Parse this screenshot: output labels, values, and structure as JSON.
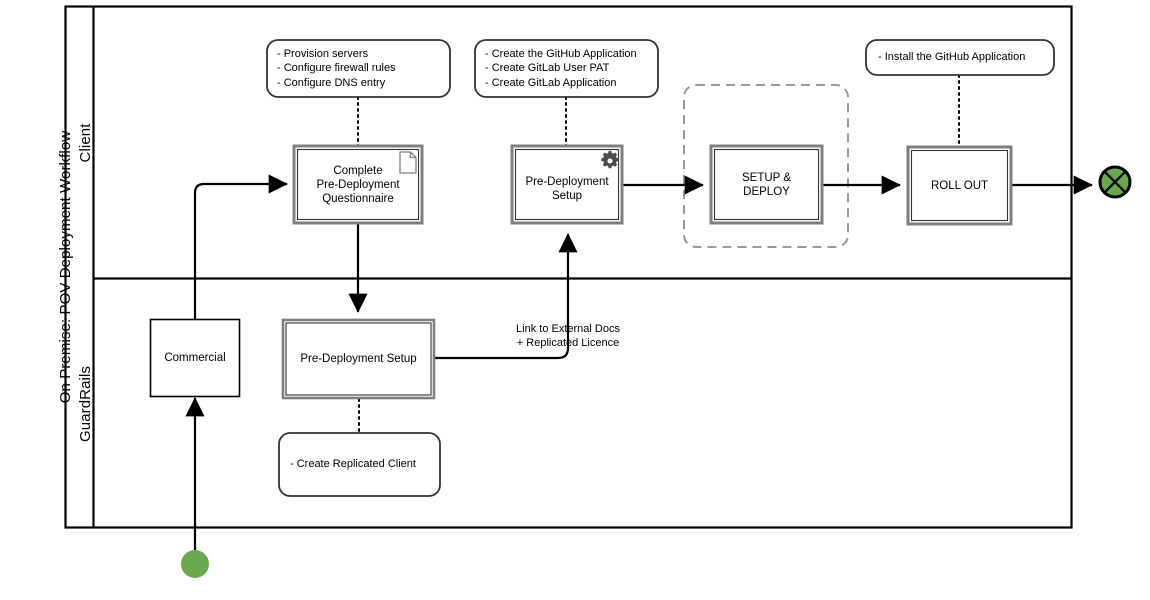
{
  "diagram": {
    "type": "bpmn-swimlane-flowchart",
    "pool": {
      "title": "On Premise: POV Deployment Workflow"
    },
    "lanes": [
      {
        "id": "client",
        "title": "Client"
      },
      {
        "id": "guardrails",
        "title": "GuardRails"
      }
    ],
    "colors": {
      "stroke": "#000000",
      "task_border": "#7f7f7f",
      "start_event_fill": "#6aa84f",
      "end_event_fill": "#6aa84f",
      "end_event_stroke": "#000000",
      "group_border": "#999999",
      "icon": "#555555",
      "background": "#ffffff"
    },
    "tasks": [
      {
        "id": "complete-questionnaire",
        "lane": "client",
        "label": "Complete\nPre-Deployment\nQuestionnaire",
        "line1": "Complete",
        "line2": "Pre-Deployment",
        "line3": "Questionnaire",
        "icon": "document-icon"
      },
      {
        "id": "client-pre-deployment-setup",
        "lane": "client",
        "label": "Pre-Deployment\nSetup",
        "line1": "Pre-Deployment",
        "line2": "Setup",
        "icon": "gear-icon"
      },
      {
        "id": "setup-and-deploy",
        "lane": "client",
        "label": "SETUP &\nDEPLOY",
        "line1": "SETUP &",
        "line2": "DEPLOY",
        "icon": null
      },
      {
        "id": "roll-out",
        "lane": "client",
        "label": "ROLL OUT",
        "line1": "ROLL OUT",
        "icon": null
      },
      {
        "id": "commercial",
        "lane": "guardrails",
        "label": "Commercial",
        "line1": "Commercial",
        "icon": null
      },
      {
        "id": "guardrails-pre-deployment-setup",
        "lane": "guardrails",
        "label": "Pre-Deployment Setup",
        "line1": "Pre-Deployment Setup",
        "icon": null
      }
    ],
    "annotations": [
      {
        "id": "provision-annotation",
        "attached_to": "complete-questionnaire",
        "lines": [
          "- Provision servers",
          "- Configure firewall rules",
          "- Configure DNS entry"
        ],
        "text": "- Provision servers\n- Configure firewall rules\n- Configure DNS entry"
      },
      {
        "id": "create-apps-annotation",
        "attached_to": "client-pre-deployment-setup",
        "lines": [
          "- Create the GitHub Application",
          "- Create GitLab User PAT",
          "- Create GitLab Application"
        ],
        "text": "- Create the GitHub Application\n- Create GitLab User PAT\n- Create GitLab Application"
      },
      {
        "id": "install-github-annotation",
        "attached_to": "roll-out",
        "lines": [
          "- Install the GitHub Application"
        ],
        "text": "- Install the GitHub Application"
      },
      {
        "id": "create-replicated-client-annotation",
        "attached_to": "guardrails-pre-deployment-setup",
        "lines": [
          "- Create Replicated Client"
        ],
        "text": "- Create Replicated Client"
      }
    ],
    "edge_labels": [
      {
        "id": "link-external-docs",
        "lines": [
          "Link to External Docs",
          "+ Replicated Licence"
        ],
        "text": "Link to External Docs\n+ Replicated Licence"
      }
    ],
    "events": [
      {
        "id": "start-event",
        "kind": "start",
        "shape": "filled-circle",
        "lane": "outside-pool"
      },
      {
        "id": "end-event",
        "kind": "terminate-end",
        "shape": "circle-with-cross",
        "lane": "client"
      }
    ],
    "groups": [
      {
        "id": "setup-deploy-group",
        "style": "dashed-rounded",
        "contains": "setup-and-deploy"
      }
    ]
  }
}
